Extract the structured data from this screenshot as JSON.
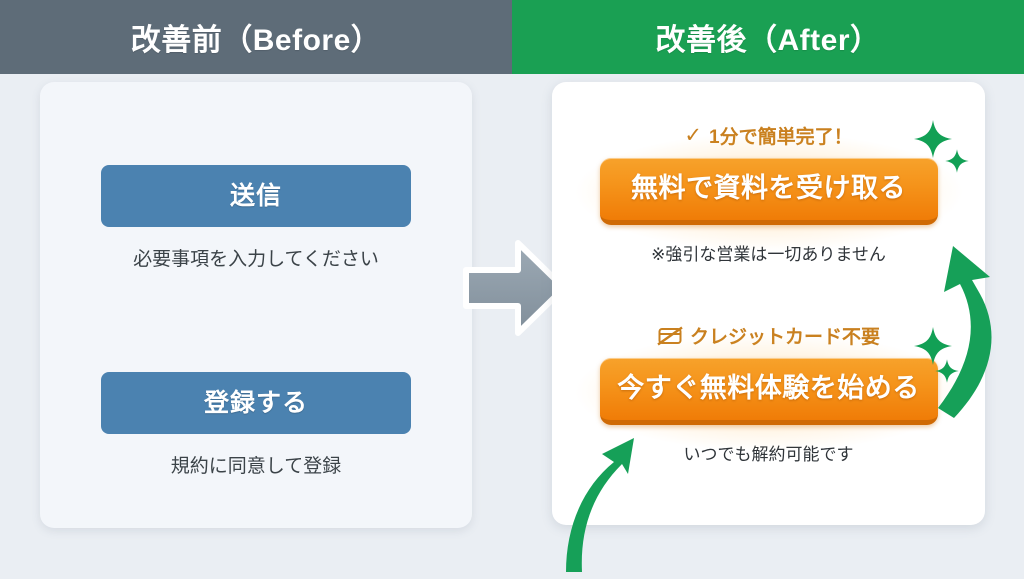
{
  "header": {
    "left_title": "改善前（Before）",
    "right_title": "改善後（After）",
    "left_bg": "#5e6c78",
    "right_bg": "#1aa053"
  },
  "before": {
    "blocks": [
      {
        "button_label": "送信",
        "caption": "必要事項を入力してください"
      },
      {
        "button_label": "登録する",
        "caption": "規約に同意して登録"
      }
    ],
    "button_color": "#4b82b0",
    "card_bg": "#f3f6fa"
  },
  "after": {
    "blocks": [
      {
        "badge_icon": "check-icon",
        "badge_text": "1分で簡単完了！",
        "button_label": "無料で資料を受け取る",
        "caption": "※強引な営業は一切ありません"
      },
      {
        "badge_icon": "no-credit-card-icon",
        "badge_text": "クレジットカード不要",
        "button_label": "今すぐ無料体験を始める",
        "caption": "いつでも解約可能です"
      }
    ],
    "button_color": "#f5931a",
    "badge_color": "#c9801f",
    "accent_color": "#1aa053",
    "card_bg": "#ffffff"
  },
  "center": {
    "arrow_icon": "right-arrow-icon",
    "arrow_color": "#8a98a4"
  },
  "decorations": {
    "sparkle_icon": "sparkle-icon",
    "curved_arrow_icon": "curved-arrow-icon",
    "sparkle_color": "#12a055"
  }
}
